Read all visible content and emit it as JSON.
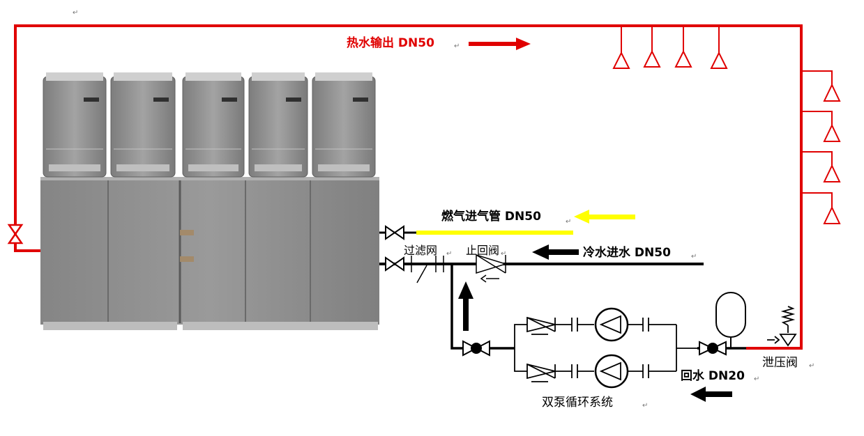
{
  "labels": {
    "hot_water_out": "热水输出 DN50",
    "gas_inlet": "燃气进气管 DN50",
    "filter": "过滤网",
    "check_valve": "止回阀",
    "cold_water_in": "冷水进水 DN50",
    "return_water": "回水 DN20",
    "relief_valve": "泄压阀",
    "dual_pump_system": "双泵循环系统"
  },
  "paragraph_mark": "↵",
  "colors": {
    "hot_pipe": "#e00000",
    "gas_pipe": "#ffff00",
    "water_pipe": "#000000",
    "heater_body": "#8f8f8f",
    "heater_dark": "#6e6e6e"
  },
  "heater_unit_count": 5
}
